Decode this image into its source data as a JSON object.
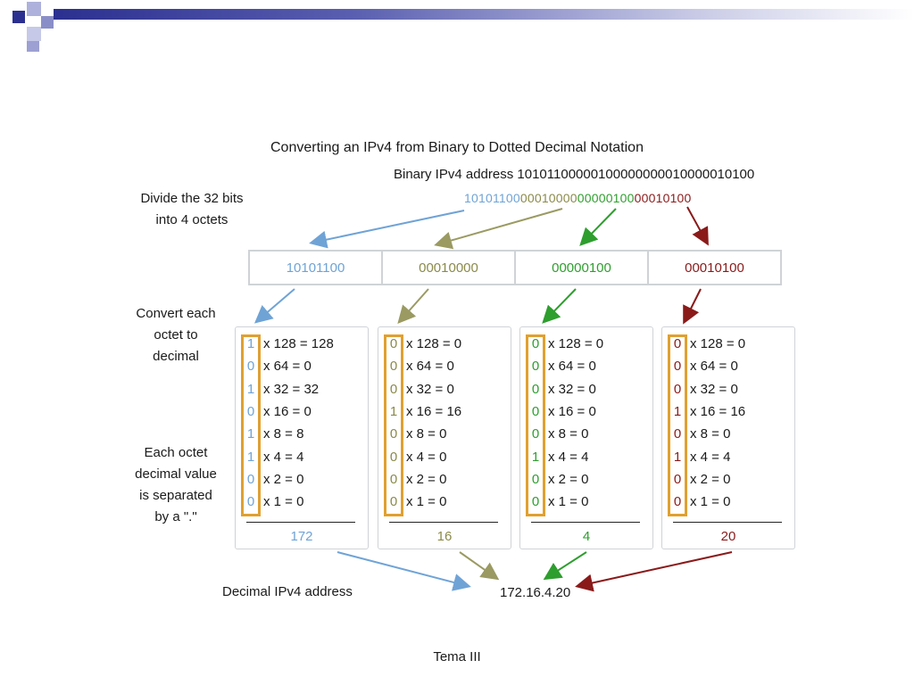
{
  "slide": {
    "title": "Converting an IPv4 from Binary to Dotted Decimal Notation",
    "binary_address_label": "Binary IPv4 address",
    "binary_address": "10101100000100000000010000010100",
    "footer": "Tema III"
  },
  "labels": {
    "divide": [
      "Divide the 32 bits",
      "into 4 octets"
    ],
    "convert": [
      "Convert each",
      "octet to",
      "decimal"
    ],
    "separated": [
      "Each octet",
      "decimal value",
      "is separated",
      "by a \".\""
    ],
    "decimal_address": "Decimal IPv4 address"
  },
  "octets": [
    {
      "bits": "10101100",
      "color": "#6fa3d6",
      "decimal": "172",
      "rows": [
        [
          "1",
          "x 128 = 128"
        ],
        [
          "0",
          "x 64 = 0"
        ],
        [
          "1",
          "x 32 = 32"
        ],
        [
          "0",
          "x 16 = 0"
        ],
        [
          "1",
          "x 8 = 8"
        ],
        [
          "1",
          "x 4 = 4"
        ],
        [
          "0",
          "x 2 = 0"
        ],
        [
          "0",
          "x 1 = 0"
        ]
      ]
    },
    {
      "bits": "00010000",
      "color": "#8a8a4a",
      "decimal": "16",
      "rows": [
        [
          "0",
          "x 128 = 0"
        ],
        [
          "0",
          "x 64 = 0"
        ],
        [
          "0",
          "x 32 = 0"
        ],
        [
          "1",
          "x 16 = 16"
        ],
        [
          "0",
          "x 8 = 0"
        ],
        [
          "0",
          "x 4 = 0"
        ],
        [
          "0",
          "x 2 = 0"
        ],
        [
          "0",
          "x 1 = 0"
        ]
      ]
    },
    {
      "bits": "00000100",
      "color": "#2e9e2e",
      "decimal": "4",
      "rows": [
        [
          "0",
          "x 128 = 0"
        ],
        [
          "0",
          "x 64 = 0"
        ],
        [
          "0",
          "x 32 = 0"
        ],
        [
          "0",
          "x 16 = 0"
        ],
        [
          "0",
          "x 8 = 0"
        ],
        [
          "1",
          "x 4 = 4"
        ],
        [
          "0",
          "x 2 = 0"
        ],
        [
          "0",
          "x 1 = 0"
        ]
      ]
    },
    {
      "bits": "00010100",
      "color": "#8a1a1a",
      "decimal": "20",
      "rows": [
        [
          "0",
          "x 128 = 0"
        ],
        [
          "0",
          "x 64 = 0"
        ],
        [
          "0",
          "x 32 = 0"
        ],
        [
          "1",
          "x 16 = 16"
        ],
        [
          "0",
          "x 8 = 0"
        ],
        [
          "1",
          "x 4 = 4"
        ],
        [
          "0",
          "x 2 = 0"
        ],
        [
          "0",
          "x 1 = 0"
        ]
      ]
    }
  ],
  "result": "172.16.4.20",
  "colors": {
    "accent_bracket": "#e0a030",
    "banner_dark": "#2b2f8f"
  }
}
